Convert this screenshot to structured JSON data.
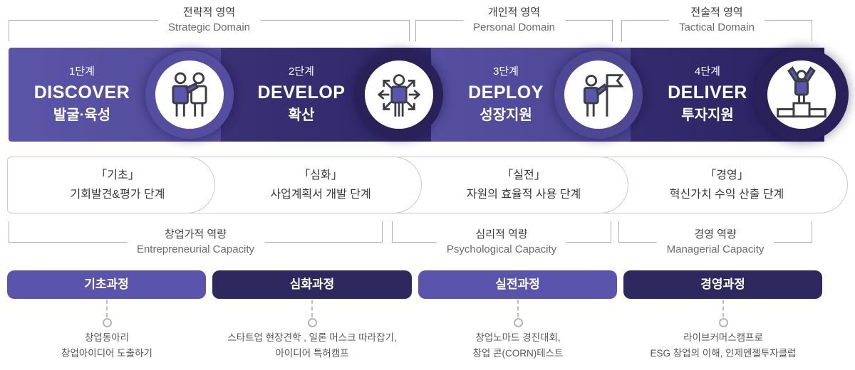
{
  "top_domains": [
    {
      "kr": "전략적 영역",
      "en": "Strategic Domain"
    },
    {
      "kr": "개인적 영역",
      "en": "Personal Domain"
    },
    {
      "kr": "전술적 영역",
      "en": "Tactical Domain"
    }
  ],
  "stages": [
    {
      "step": "1단계",
      "en": "DISCOVER",
      "kr": "발굴·육성",
      "icon": "handshake-people-icon"
    },
    {
      "step": "2단계",
      "en": "DEVELOP",
      "kr": "확산",
      "icon": "spread-arrows-person-icon"
    },
    {
      "step": "3단계",
      "en": "DEPLOY",
      "kr": "성장지원",
      "icon": "flag-person-icon"
    },
    {
      "step": "4단계",
      "en": "DELIVER",
      "kr": "투자지원",
      "icon": "podium-winner-icon"
    }
  ],
  "phases": [
    {
      "title": "「기초」",
      "desc": "기회발견&평가 단계"
    },
    {
      "title": "「심화」",
      "desc": "사업계획서 개발 단계"
    },
    {
      "title": "「실전」",
      "desc": "자원의 효율적 사용 단계"
    },
    {
      "title": "「경영」",
      "desc": "혁신가치 수익 산출 단계"
    }
  ],
  "capacities": [
    {
      "kr": "창업가적 역량",
      "en": "Entrepreneurial Capacity"
    },
    {
      "kr": "심리적 역량",
      "en": "Psychological Capacity"
    },
    {
      "kr": "경영 역량",
      "en": "Managerial Capacity"
    }
  ],
  "courses": [
    {
      "label": "기초과정",
      "details": [
        "창업동아리",
        "창업아이디어 도출하기"
      ]
    },
    {
      "label": "심화과정",
      "details": [
        "스타트업 현장견학 , 일론 머스크 따라잡기,",
        "아이디어 특허캠프"
      ]
    },
    {
      "label": "실전과정",
      "details": [
        "창업노마드 경진대회,",
        "창업 콘(CORN)테스트"
      ]
    },
    {
      "label": "경영과정",
      "details": [
        "라이브커머스캠프로",
        "ESG 창업의 이해, 인제엔젤투자클럽"
      ]
    }
  ],
  "colors": {
    "medium_purple": "#57509B",
    "dark_indigo": "#2E285F",
    "ring_dark": "#2A2159",
    "icon_fill": "#5B55AE",
    "icon_stroke": "#3C3C44"
  }
}
